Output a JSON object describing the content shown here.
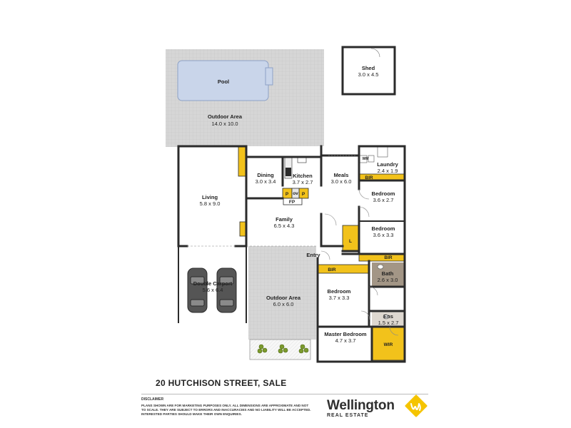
{
  "rooms": {
    "pool": {
      "name": "Pool"
    },
    "outdoor_area_top": {
      "name": "Outdoor Area",
      "size": "14.0 x 10.0"
    },
    "shed": {
      "name": "Shed",
      "size": "3.0 x 4.5"
    },
    "living": {
      "name": "Living",
      "size": "5.8 x 9.0"
    },
    "dining": {
      "name": "Dining",
      "size": "3.0 x 3.4"
    },
    "kitchen": {
      "name": "Kitchen",
      "size": "3.7 x 2.7"
    },
    "meals": {
      "name": "Meals",
      "size": "3.0 x 6.0"
    },
    "laundry": {
      "name": "Laundry",
      "size": "2.4 x 1.9"
    },
    "bedroom_a": {
      "name": "Bedroom",
      "size": "3.6 x 2.7"
    },
    "family": {
      "name": "Family",
      "size": "6.5 x 4.3"
    },
    "bedroom_b": {
      "name": "Bedroom",
      "size": "3.6 x 3.3"
    },
    "double_carport": {
      "name": "Double Carport",
      "size": "5.6 x 6.4"
    },
    "outdoor_area_bottom": {
      "name": "Outdoor Area",
      "size": "6.0 x 6.0"
    },
    "bedroom_c": {
      "name": "Bedroom",
      "size": "3.7 x 3.3"
    },
    "bath": {
      "name": "Bath",
      "size": "2.6 x 3.0"
    },
    "ens": {
      "name": "Ens",
      "size": "1.5 x 2.7"
    },
    "master_bedroom": {
      "name": "Master Bedroom",
      "size": "4.7 x 3.7"
    }
  },
  "fixtures": {
    "bir": "BIR",
    "wir": "WIR",
    "entry": "Entry",
    "fp": "FP",
    "pantry": "P",
    "oven": "ov",
    "linen": "L",
    "wm": "WM"
  },
  "footer": {
    "address": "20 HUTCHISON STREET, SALE",
    "disclaimer_title": "DISCLAIMER",
    "disclaimer_text": "Plans shown are for marketing purposes only. All dimensions are approximate and not to scale. They are subject to errors and inaccuracies and no liability will be accepted. Interested parties should make their own enquiries."
  },
  "brand": {
    "name": "Wellington",
    "sub": "REAL ESTATE",
    "logo_icon": "wellington-w-logo-icon",
    "accent_color": "#f5c400"
  },
  "colors": {
    "wall": "#2b2b2b",
    "outdoor": "#d4d4d4",
    "pool": "#c9d5ea",
    "wet_room": "#a39686",
    "cabinet": "#f2c21b"
  }
}
